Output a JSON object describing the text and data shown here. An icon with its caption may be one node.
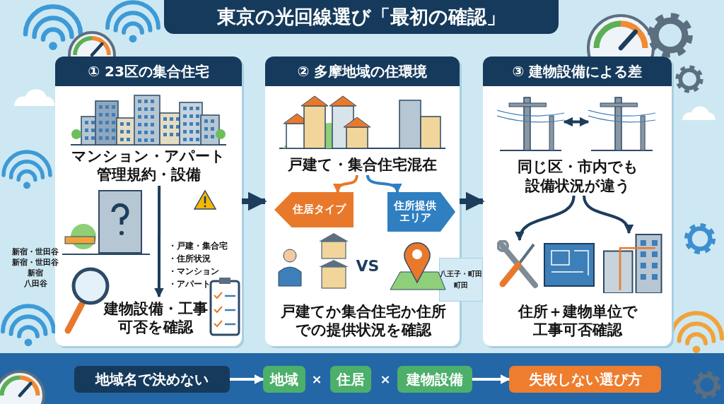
{
  "diagram": {
    "title": "東京の光回線選び「最初の確認」",
    "nodes": [
      {
        "text": [
          "① 23区の集合住宅"
        ]
      },
      {
        "text": [
          "マンション・アパート管理規約・設備"
        ],
        "in": 0
      },
      {
        "text": [
          "建物設備・工事可否を確認"
        ],
        "in": 0
      },
      {
        "text": [
          "② 多摩地域の住環境"
        ]
      },
      {
        "text": [
          "戸建て・集合住宅混在"
        ],
        "in": 3
      },
      {
        "text": [
          "住居タイプ"
        ],
        "in": 3
      },
      {
        "text": [
          "住所提供エリア"
        ],
        "in": 3
      },
      {
        "text": [
          "戸建てか集合住宅か住所での提供状況を確認"
        ],
        "in": 3
      },
      {
        "text": [
          "③ 建物設備による差"
        ]
      },
      {
        "text": [],
        "shape": "picture",
        "in": 8
      },
      {
        "text": [],
        "shape": "picture",
        "in": 8
      },
      {
        "text": [
          "同じ区・市内でも設備状況が違う"
        ],
        "in": 8
      },
      {
        "text": [],
        "shape": "picture",
        "in": 8
      },
      {
        "text": [],
        "shape": "picture",
        "in": 8
      },
      {
        "text": [
          "住所＋建物単位で工事可否確認"
        ],
        "in": 8
      },
      {
        "text": [
          "地域名で決めない"
        ]
      },
      {
        "text": [
          "地域"
        ]
      },
      {
        "text": [
          "住居"
        ]
      },
      {
        "text": [
          "建物設備"
        ]
      },
      {
        "text": [
          "失敗しない選び方"
        ]
      },
      {
        "text": [
          "八王子・町田",
          "町田"
        ]
      }
    ],
    "edges": [
      {
        "from": 0,
        "to": 3,
        "arrow": "to",
        "style": "thick"
      },
      {
        "from": 3,
        "to": 8,
        "arrow": "to",
        "style": "thick"
      },
      {
        "from": 1,
        "to": 2,
        "arrow": "to"
      },
      {
        "from": 4,
        "to": 5,
        "arrow": "to",
        "color": "#e8792b"
      },
      {
        "from": 4,
        "to": 6,
        "arrow": "to",
        "color": "#2f7fc1"
      },
      {
        "from": 9,
        "to": 10,
        "arrow": "both"
      },
      {
        "from": 11,
        "to": 12,
        "arrow": "to"
      },
      {
        "from": 11,
        "to": 13,
        "arrow": "to"
      },
      {
        "from": 15,
        "to": 16,
        "arrow": "to",
        "color": "#ffffff"
      },
      {
        "from": 18,
        "to": 19,
        "arrow": "to",
        "color": "#ffffff"
      }
    ],
    "labels": [
      "新宿・世田谷",
      "新宿・世田谷",
      "新宿",
      "八田谷",
      "・戸建・集合宅",
      "・住所状況",
      "・マンション",
      "・アパート",
      "VS",
      "×",
      "×"
    ]
  }
}
